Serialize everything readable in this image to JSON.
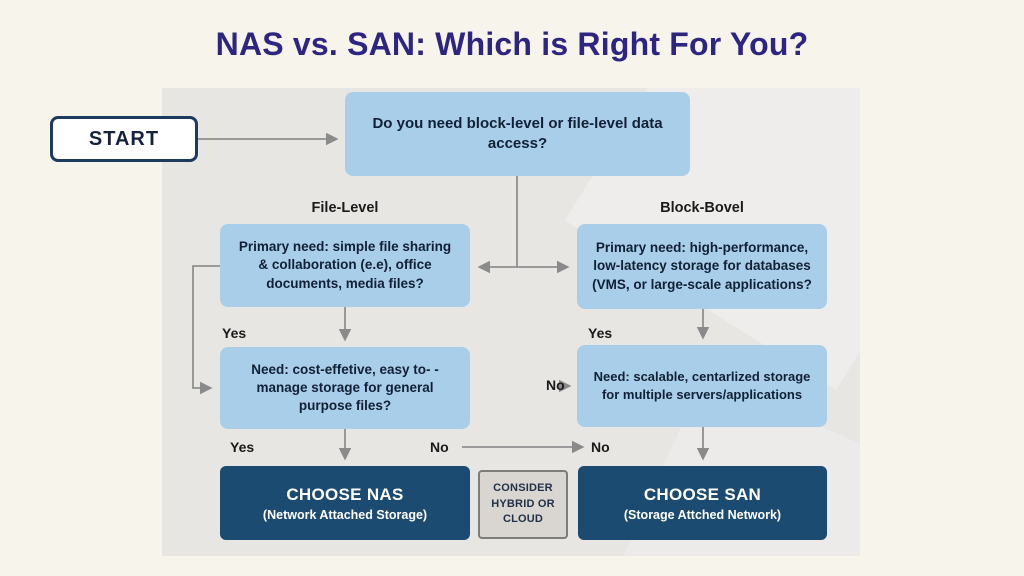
{
  "title": "NAS vs. SAN: Which is Right For You?",
  "colors": {
    "background": "#f7f4ec",
    "panel_gray": "#e8e6e3",
    "box_blue": "#a9cee9",
    "box_navy": "#1c4b72",
    "title_purple": "#2e2582"
  },
  "flowchart": {
    "start_label": "START",
    "root_question": "Do you need block-level or file-level data access?",
    "left_branch_label": "File-Level",
    "right_branch_label": "Block-Bovel",
    "left_q1": "Primary need: simple file sharing & collaboration (e.e), office documents, media files?",
    "left_yes1": "Yes",
    "left_q2": "Need: cost-effetive, easy to- -manage storage for general purpose files?",
    "left_yes2": "Yes",
    "left_no": "No",
    "right_q1": "Primary need: high-performance, low-latency storage for databases (VMS, or large-scale applications?",
    "right_yes1": "Yes",
    "right_no_side": "No",
    "right_q2": "Need: scalable, centarlized storage for multiple servers/applications",
    "right_no_bottom": "No",
    "nas_title": "CHOOSE NAS",
    "nas_subtitle": "(Network Attached Storage)",
    "hybrid_line1": "CONSIDER",
    "hybrid_line2": "HYBRID OR",
    "hybrid_line3": "CLOUD",
    "san_title": "CHOOSE SAN",
    "san_subtitle": "(Storage Attched Network)"
  }
}
